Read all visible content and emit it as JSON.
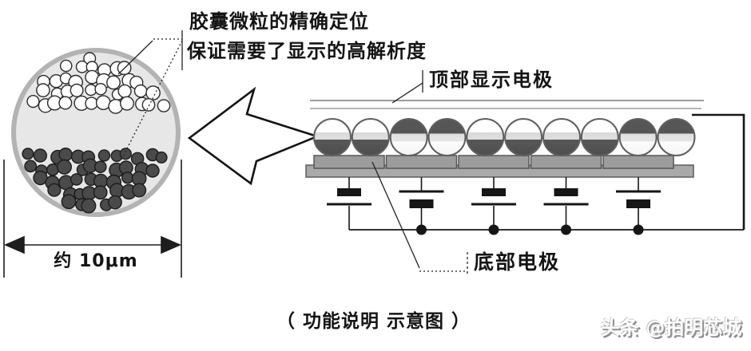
{
  "figure": {
    "caption": "（ 功能说明 示意图 ）",
    "watermark": "头条 @拍明芯城"
  },
  "microcapsule": {
    "note_line1": "胶囊微粒的精确定位",
    "note_line2": "保证需要了显示的高解析度",
    "size_label": "约 10μm"
  },
  "cross_section": {
    "top_electrode_label": "顶部显示电极",
    "bottom_electrode_label": "底部电极"
  },
  "diagram": {
    "capsule_pattern": [
      "white-top",
      "white-top",
      "dark-top",
      "dark-top",
      "white-top",
      "white-top",
      "white-top",
      "white-top",
      "dark-top",
      "dark-top"
    ],
    "capacitor_pattern": [
      "thick-top",
      "thin-top",
      "thick-top",
      "thick-top",
      "thin-top"
    ],
    "bottom_electrode_pad_count": 5,
    "junction_dot_count": 4,
    "colors": {
      "background": "#ffffff",
      "particle_white": "#ffffff",
      "particle_dark": "#4a4a4a",
      "particle_white_outline": "#2b2b2b",
      "particle_dark_outline": "#1c1c1c",
      "capsule_band_light": "#dcdcdc",
      "capsule_dark": "#575757",
      "electrode_pad_gray": "#9c9c9c",
      "substrate_gray": "#a9a9a9",
      "rim_gray": "#b3b3b3",
      "capsule_interior": "#e7e7e7",
      "line_black": "#161616"
    }
  }
}
